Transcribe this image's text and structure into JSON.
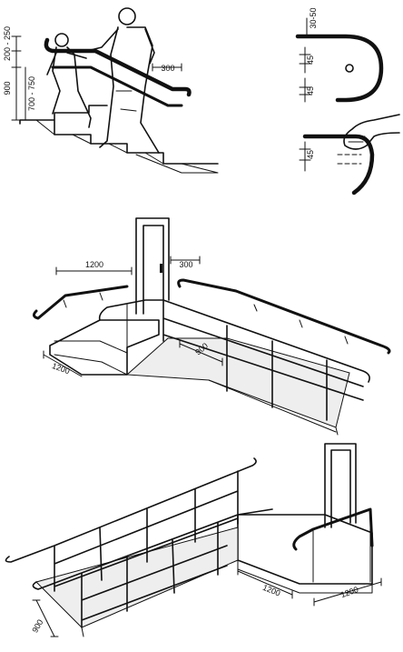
{
  "figure_1": {
    "dims": {
      "upper_rail_height": "200 - 250",
      "lower_rail_height": "700 - 750",
      "main_rail_height": "900",
      "extension": "300"
    }
  },
  "figure_2": {
    "dims": {
      "bend_radius": "30-50",
      "clearance_top": "45",
      "clearance_mid": "45",
      "clearance_bottom": "45"
    }
  },
  "figure_3": {
    "dims": {
      "door_offset": "1200",
      "rail_extension": "300",
      "ramp_width": "900",
      "landing_depth": "1200"
    }
  },
  "figure_4": {
    "dims": {
      "ramp_width": "900",
      "landing_depth": "1200",
      "landing_width": "1200"
    }
  }
}
